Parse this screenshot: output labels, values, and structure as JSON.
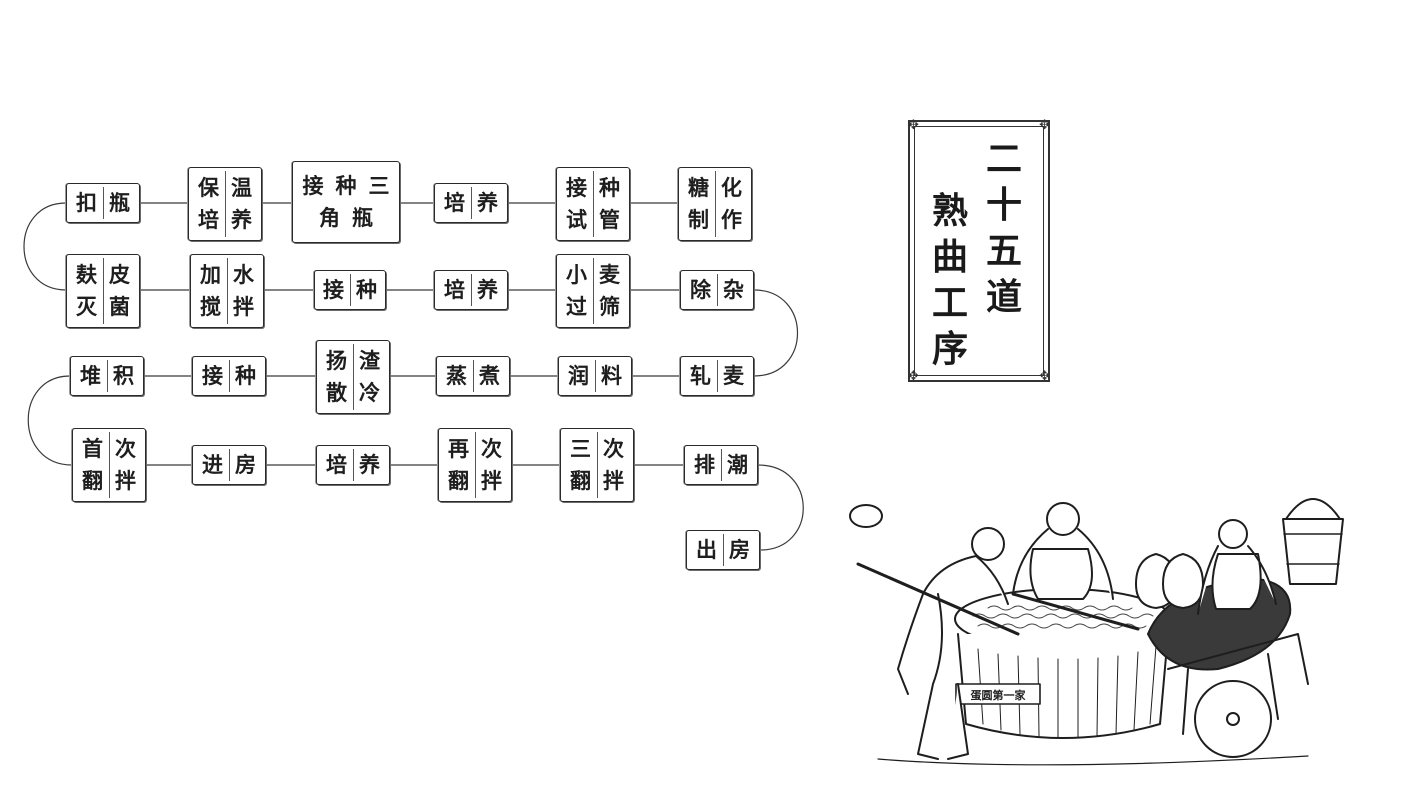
{
  "title": {
    "lines": [
      "二十五道",
      "熟曲工序"
    ]
  },
  "steps": {
    "r1": [
      "扣瓶",
      "保温培养",
      "接种三角瓶",
      "培养",
      "接种试管",
      "糖化制作"
    ],
    "r2": [
      "麸皮灭菌",
      "加水搅拌",
      "接种",
      "培养",
      "小麦过筛",
      "除杂"
    ],
    "r3": [
      "堆积",
      "接种",
      "扬渣散冷",
      "蒸煮",
      "润料",
      "轧麦"
    ],
    "r4": [
      "首次翻拌",
      "进房",
      "培养",
      "再次翻拌",
      "三次翻拌",
      "排潮"
    ],
    "r5": [
      "出房"
    ]
  },
  "illustration": {
    "sign_text": "蛋圆第一家"
  },
  "colors": {
    "ink": "#1e1e1e",
    "line": "#333333",
    "background": "#ffffff"
  }
}
